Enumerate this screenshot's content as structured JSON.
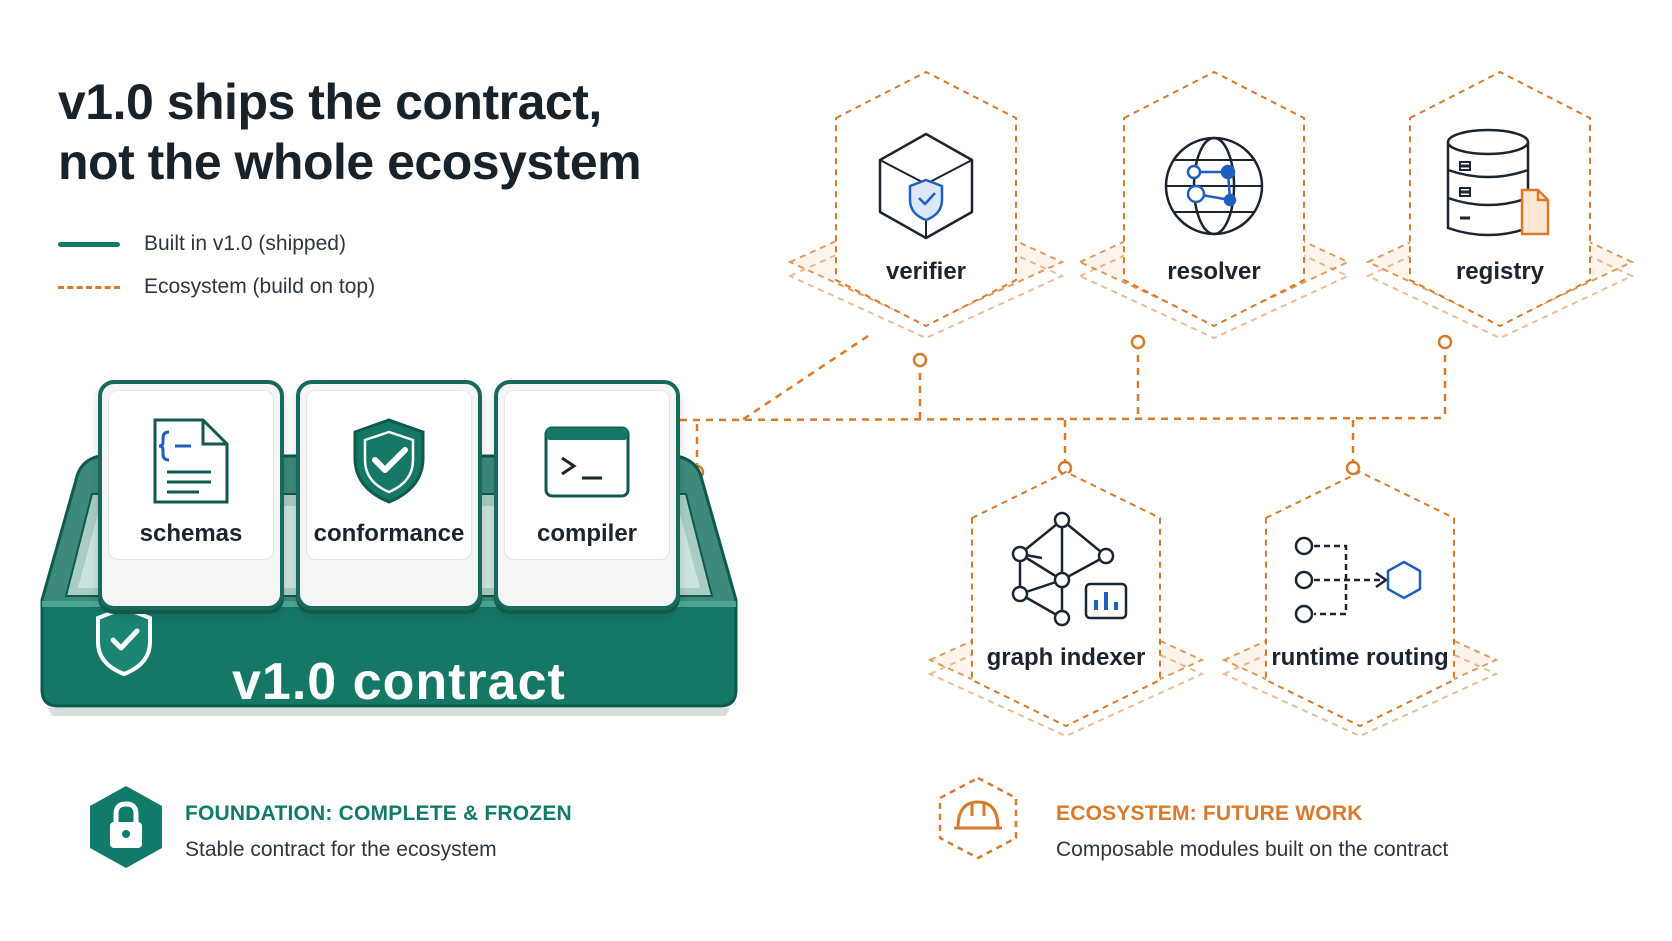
{
  "title": {
    "line1": "v1.0 ships the contract,",
    "line2": "not the whole ecosystem"
  },
  "legend": [
    {
      "label": "Built in v1.0 (shipped)",
      "style": "solid",
      "color": "#127a6b"
    },
    {
      "label": "Ecosystem (build on top)",
      "style": "dashed",
      "color": "#d87a2a"
    }
  ],
  "foundation": {
    "tiles": [
      {
        "label": "schemas",
        "icon": "schema-document-icon"
      },
      {
        "label": "conformance",
        "icon": "shield-check-icon"
      },
      {
        "label": "compiler",
        "icon": "terminal-icon"
      }
    ],
    "base_label": "v1.0 contract",
    "base_icon": "shield-check-icon"
  },
  "ecosystem": {
    "modules": [
      {
        "label": "verifier",
        "icon": "cube-shield-icon"
      },
      {
        "label": "resolver",
        "icon": "globe-network-icon"
      },
      {
        "label": "registry",
        "icon": "database-document-icon"
      },
      {
        "label": "graph indexer",
        "icon": "graph-chart-icon"
      },
      {
        "label": "runtime routing",
        "icon": "routing-hexagon-icon"
      }
    ]
  },
  "footer": {
    "left": {
      "title": "FOUNDATION: COMPLETE & FROZEN",
      "description": "Stable contract for the ecosystem",
      "icon": "lock-hexagon-icon",
      "color": "#127a6b"
    },
    "right": {
      "title": "ECOSYSTEM: FUTURE WORK",
      "description": "Composable modules built on the contract",
      "icon": "hard-hat-hexagon-icon",
      "color": "#d87a2a"
    }
  },
  "colors": {
    "teal": "#127a6b",
    "teal_dark": "#0f5a4d",
    "orange": "#d87a2a",
    "blue": "#1f5fbf"
  }
}
